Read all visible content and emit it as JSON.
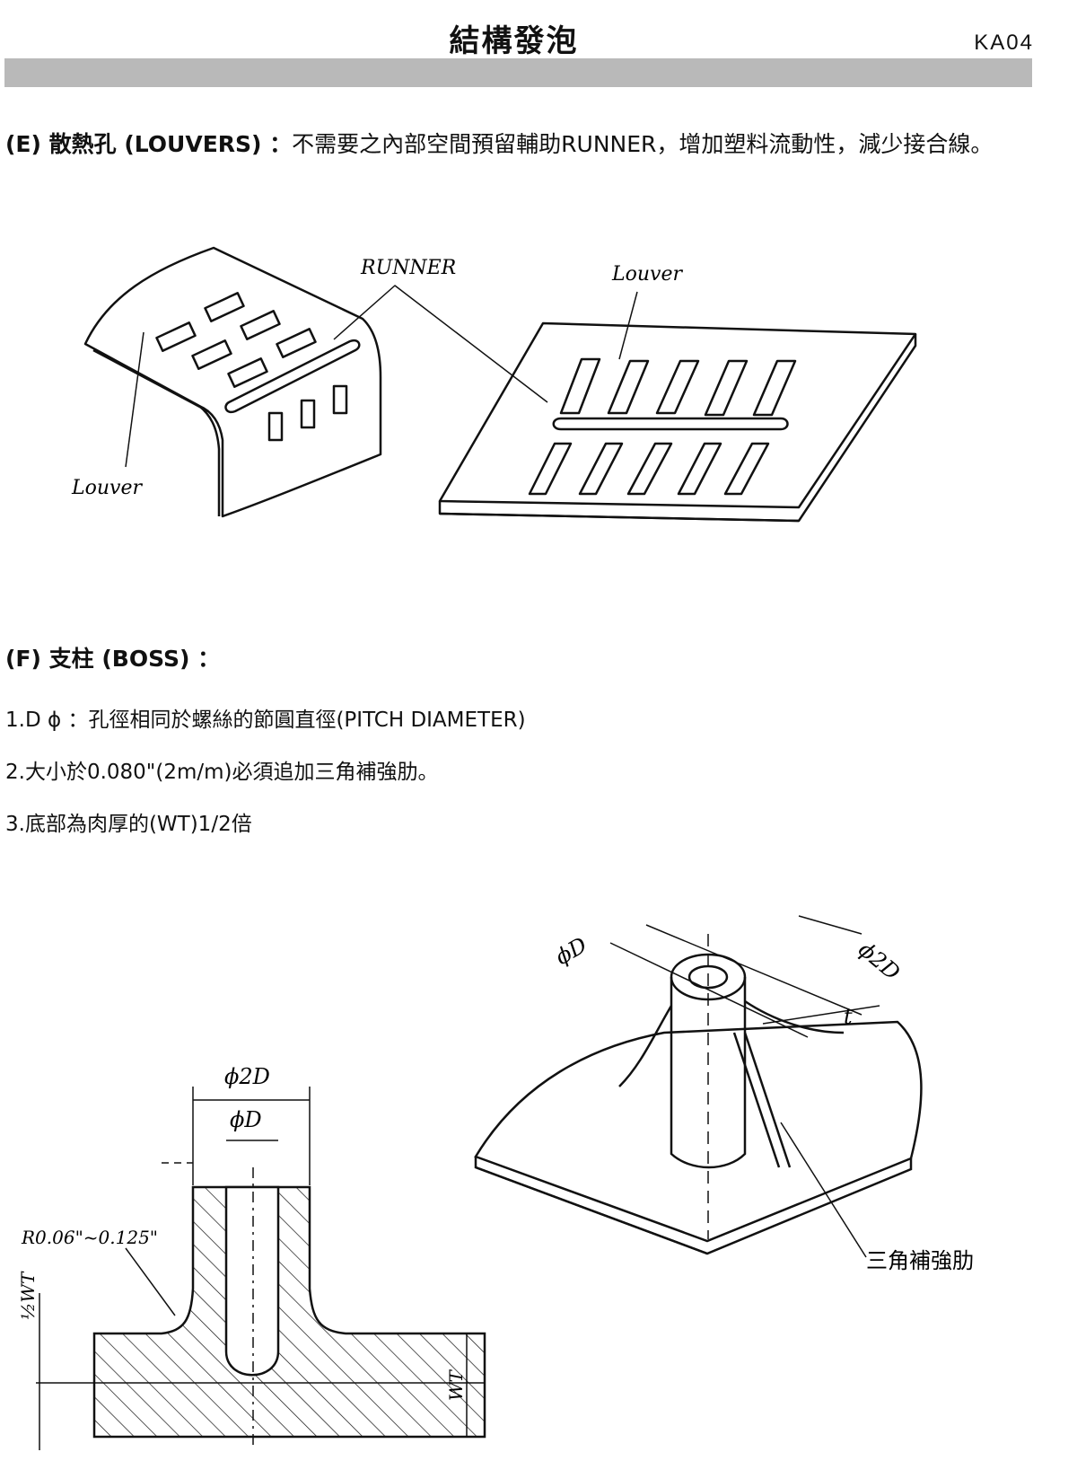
{
  "header": {
    "title": "結構發泡",
    "code": "KA04"
  },
  "section_e": {
    "heading": "(E) 散熱孔 (LOUVERS) ：",
    "text": "不需要之內部空間預留輔助RUNNER，增加塑料流動性，減少接合線。"
  },
  "figure_e": {
    "label_runner": "RUNNER",
    "label_louver_left": "Louver",
    "label_louver_right": "Louver"
  },
  "section_f": {
    "heading": "(F) 支柱 (BOSS) ：",
    "items": [
      "1.D ϕ ：孔徑相同於螺絲的節圓直徑(PITCH DIAMETER)",
      "2.大小於0.080\"(2m/m)必須追加三角補強肋。",
      "3.底部為肉厚的(WT)1/2倍"
    ]
  },
  "figure_f": {
    "label_2d_left": "ϕ2D",
    "label_d_left": "ϕD",
    "label_radius": "R0.06\"~0.125\"",
    "label_half_wt": "½WT",
    "label_wt": "WT",
    "label_d_right": "ϕD",
    "label_2d_right": "ϕ2D",
    "label_t": "t",
    "label_rib": "三角補強肋"
  }
}
